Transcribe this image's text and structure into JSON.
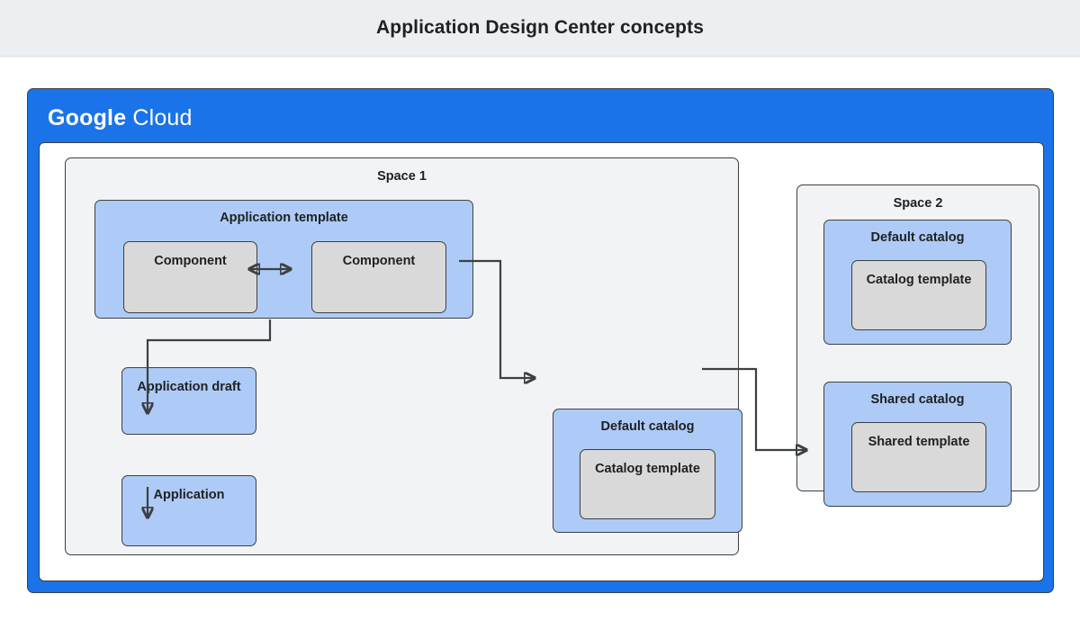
{
  "title": "Application Design Center concepts",
  "cloud": {
    "brand_primary": "Google",
    "brand_secondary": "Cloud",
    "frame_color": "#1a73e8"
  },
  "colors": {
    "blue_group": "#aecbf7",
    "grey_node": "#d9d9d9",
    "space_bg": "#f1f3f4",
    "stroke": "#3c4043",
    "title_bar_bg": "#eceff1"
  },
  "space1": {
    "label": "Space 1",
    "application_template": {
      "label": "Application template",
      "components": [
        {
          "label": "Component"
        },
        {
          "label": "Component"
        }
      ]
    },
    "application_draft": {
      "label": "Application draft"
    },
    "application": {
      "label": "Application"
    },
    "default_catalog": {
      "label": "Default catalog",
      "template": {
        "label": "Catalog template"
      }
    }
  },
  "space2": {
    "label": "Space 2",
    "default_catalog": {
      "label": "Default catalog",
      "template": {
        "label": "Catalog template"
      }
    },
    "shared_catalog": {
      "label": "Shared catalog",
      "template": {
        "label": "Shared template"
      }
    }
  },
  "connectors": [
    {
      "name": "component-to-component",
      "kind": "bidirectional"
    },
    {
      "name": "application-template-to-application-draft",
      "kind": "arrow"
    },
    {
      "name": "application-draft-to-application",
      "kind": "arrow"
    },
    {
      "name": "application-template-to-default-catalog",
      "kind": "arrow"
    },
    {
      "name": "default-catalog-to-shared-catalog",
      "kind": "arrow"
    }
  ]
}
